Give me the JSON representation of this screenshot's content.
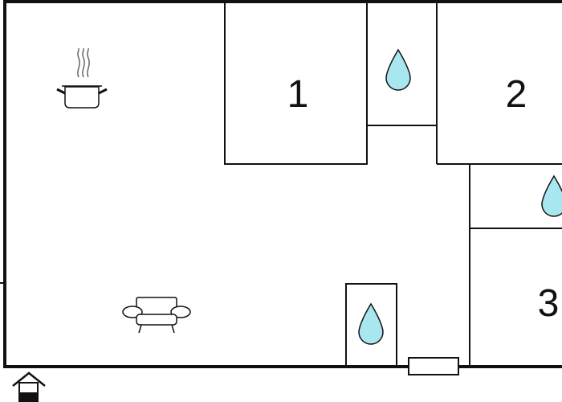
{
  "rooms": [
    {
      "label": "1",
      "type": "bedroom"
    },
    {
      "label": "2",
      "type": "bedroom"
    },
    {
      "label": "3",
      "type": "bedroom"
    }
  ],
  "icons": [
    "kitchen-pot-icon",
    "sofa-icon",
    "water-drop-icon",
    "entrance-arrow-icon"
  ],
  "colors": {
    "wall": "#111111",
    "background": "#ffffff",
    "water": "#a8e6f0",
    "entrance_fill": "#111111"
  }
}
